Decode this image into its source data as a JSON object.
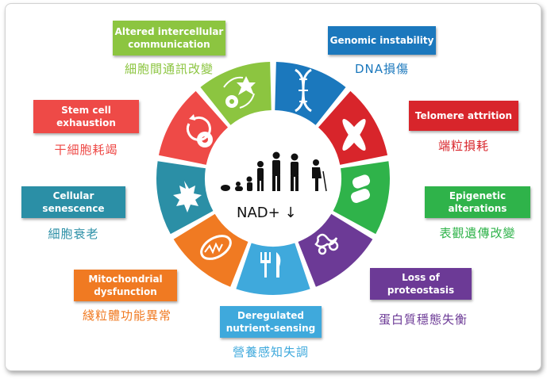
{
  "center": {
    "label": "NAD+",
    "arrow": "↓"
  },
  "colors": {
    "genomic": "#1b78bd",
    "telomere": "#d8252b",
    "epigenetic": "#2fb34a",
    "proteostasis": "#6c3a96",
    "nutrient": "#3fa9dc",
    "mito": "#f07a22",
    "senescence": "#2b8fa6",
    "stem": "#ee4a47",
    "intercellular": "#8cc540"
  },
  "hallmarks": {
    "genomic": {
      "en": "Genomic instability",
      "zh": "DNA損傷"
    },
    "telomere": {
      "en": "Telomere attrition",
      "zh": "端粒損耗"
    },
    "epigenetic": {
      "en_1": "Epigenetic",
      "en_2": "alterations",
      "zh": "表觀遺傳改變"
    },
    "proteostasis": {
      "en_1": "Loss of",
      "en_2": "proteostasis",
      "zh": "蛋白質穩態失衡"
    },
    "nutrient": {
      "en_1": "Deregulated",
      "en_2": "nutrient-sensing",
      "zh": "營養感知失調"
    },
    "mito": {
      "en_1": "Mitochondrial",
      "en_2": "dysfunction",
      "zh": "綫粒體功能異常"
    },
    "senescence": {
      "en_1": "Cellular",
      "en_2": "senescence",
      "zh": "細胞衰老"
    },
    "stem": {
      "en_1": "Stem cell",
      "en_2": "exhaustion",
      "zh": "干細胞耗竭"
    },
    "intercellular": {
      "en_1": "Altered intercellular",
      "en_2": "communication",
      "zh": "細胞間通訊改變"
    }
  }
}
